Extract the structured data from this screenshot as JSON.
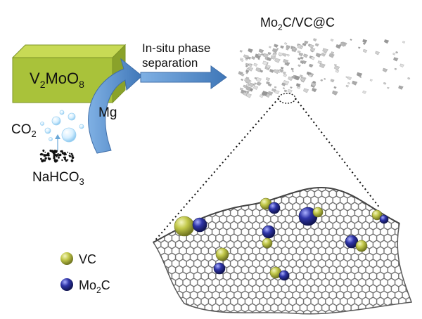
{
  "labels": {
    "precursor_main": "V",
    "precursor_sub1": "2",
    "precursor_mid": "MoO",
    "precursor_sub2": "8",
    "co2_main": "CO",
    "co2_sub": "2",
    "nahco3_main": "NaHCO",
    "nahco3_sub": "3",
    "reductant": "Mg",
    "process_line1": "In-situ phase",
    "process_line2": "separation",
    "product_a": "Mo",
    "product_a_sub": "2",
    "product_b": "C/VC@C",
    "legend_vc": "VC",
    "legend_mo_main": "Mo",
    "legend_mo_sub": "2",
    "legend_mo_end": "C"
  },
  "colors": {
    "block_front": "#a9c23a",
    "block_top": "#c8da55",
    "block_side": "#8aa22a",
    "arrow_blue": "#4f86c6",
    "vc_sphere": "#c2c84a",
    "mo2c_sphere": "#2f35a8",
    "graphene": "#7a7a7a",
    "fragments": "#bdbdbd"
  },
  "icons": [
    "vc-sphere-icon",
    "mo2c-sphere-icon",
    "bubble-icon",
    "powder-icon",
    "curved-arrow-icon",
    "straight-arrow-icon"
  ]
}
